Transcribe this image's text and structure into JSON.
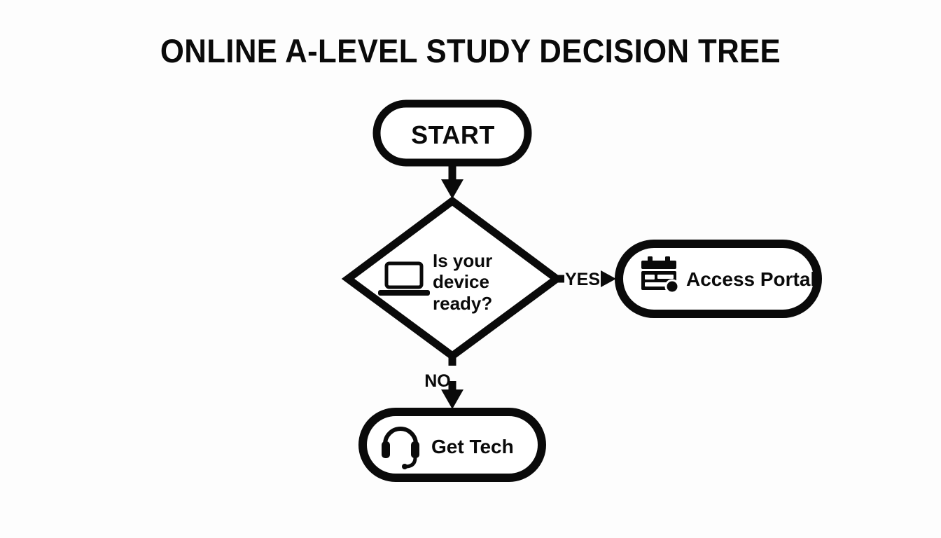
{
  "diagram": {
    "title": "ONLINE A-LEVEL STUDY DECISION TREE",
    "background_color": "#fdfdfd",
    "ink_color": "#0a0a0a",
    "type": "flowchart"
  },
  "nodes": {
    "start": {
      "label": "START",
      "shape": "stadium",
      "icon": null
    },
    "decision": {
      "shape": "diamond",
      "icon": "laptop-icon",
      "line1": "Is your",
      "line2": "device",
      "line3": "ready?",
      "text_full": "Is your device ready?"
    },
    "access_portal": {
      "label": "Access Portal",
      "shape": "stadium",
      "icon": "portal-card-icon"
    },
    "get_tech": {
      "label": "Get Tech",
      "shape": "stadium",
      "icon": "headset-icon"
    }
  },
  "edges": {
    "start_to_decision": {
      "label": ""
    },
    "decision_yes": {
      "label": "YES"
    },
    "decision_no": {
      "label": "NO"
    }
  }
}
